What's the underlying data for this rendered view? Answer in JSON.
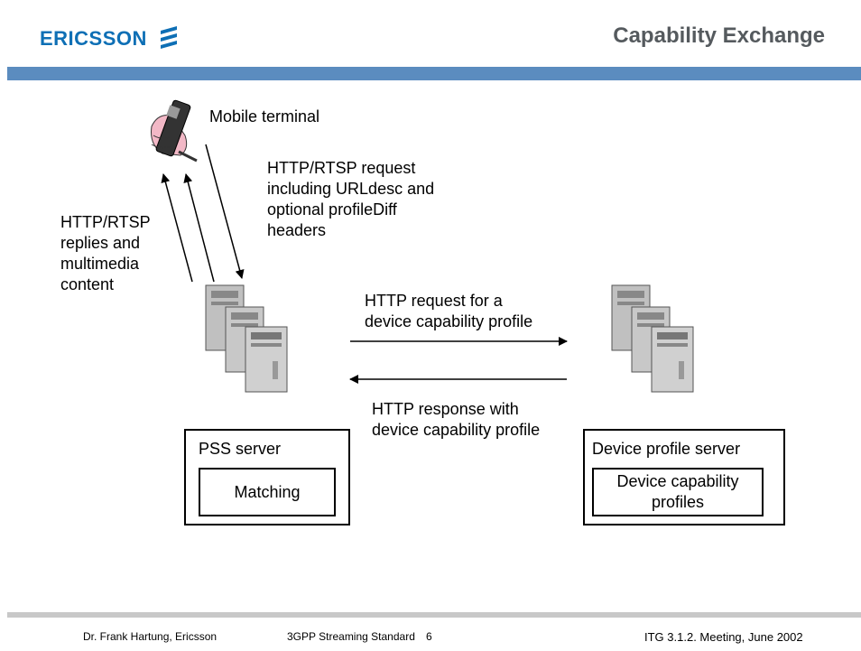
{
  "header": {
    "logo_text": "ERICSSON",
    "title": "Capability Exchange"
  },
  "diagram": {
    "mobile_terminal_label": "Mobile terminal",
    "request_label": [
      "HTTP/RTSP request",
      "including URLdesc and",
      "optional profileDiff",
      "headers"
    ],
    "replies_label": [
      "HTTP/RTSP",
      "replies and",
      "multimedia",
      "content"
    ],
    "http_request_label": [
      "HTTP request for a",
      "device capability profile"
    ],
    "http_response_label": [
      "HTTP response with",
      "device capability profile"
    ],
    "pss_server_label": "PSS server",
    "matching_label": "Matching",
    "device_profile_server_label": "Device profile server",
    "device_capability_profiles_label": [
      "Device capability",
      "profiles"
    ]
  },
  "footer": {
    "author": "Dr. Frank Hartung, Ericsson",
    "standard": "3GPP Streaming Standard",
    "page": "6",
    "meeting": "ITG 3.1.2. Meeting, June 2002"
  },
  "colors": {
    "logo": "#0e6fb5",
    "header_bar": "#5b8cbf",
    "title": "#555a5e"
  }
}
